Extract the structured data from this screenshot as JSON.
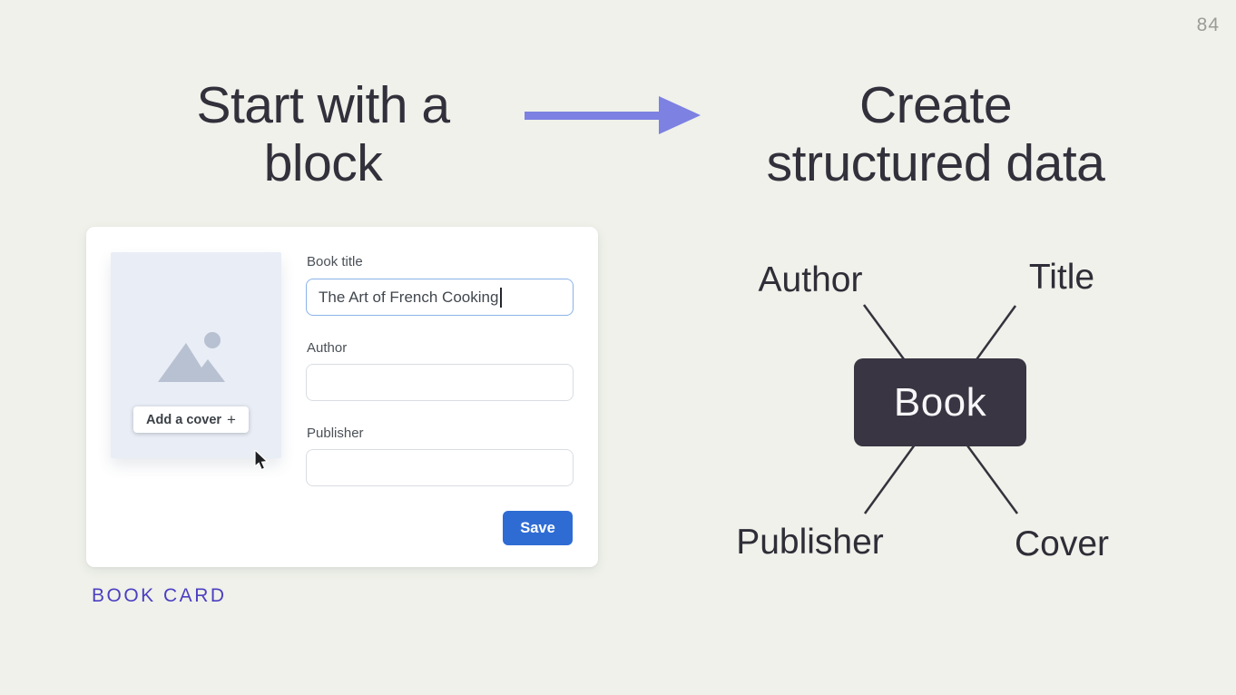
{
  "page": {
    "number": "84",
    "background_color": "#eff1ea"
  },
  "left_panel": {
    "heading_line1": "Start with a",
    "heading_line2": "block",
    "caption": "BOOK CARD",
    "card": {
      "cover": {
        "button_label": "Add a cover",
        "button_plus": "+",
        "image_icon": "mountain-sun-placeholder-icon"
      },
      "fields": [
        {
          "label": "Book title",
          "value": "The Art of French Cooking",
          "placeholder": "",
          "focused": true
        },
        {
          "label": "Author",
          "value": "",
          "placeholder": "",
          "focused": false
        },
        {
          "label": "Publisher",
          "value": "",
          "placeholder": "",
          "focused": false
        }
      ],
      "save_label": "Save"
    }
  },
  "arrow": {
    "direction": "right",
    "color": "#7d81e2"
  },
  "right_panel": {
    "heading_line1": "Create",
    "heading_line2": "structured data",
    "node_label": "Book",
    "attributes": [
      "Author",
      "Title",
      "Publisher",
      "Cover"
    ]
  },
  "colors": {
    "heading_text": "#32303b",
    "arrow": "#7d81e2",
    "book_node_bg": "#393542",
    "book_node_text": "#f7f6f8",
    "caption_purple": "#4c3fc1",
    "save_button_blue": "#2e6cd4",
    "focused_input_border": "#8ab3e7",
    "input_border": "#d9dde3",
    "cover_placeholder_bg": "#e9edf5",
    "cover_icon_gray": "#b8c1d1",
    "diagram_line": "#34323c",
    "page_number_gray": "#9b9b98"
  }
}
